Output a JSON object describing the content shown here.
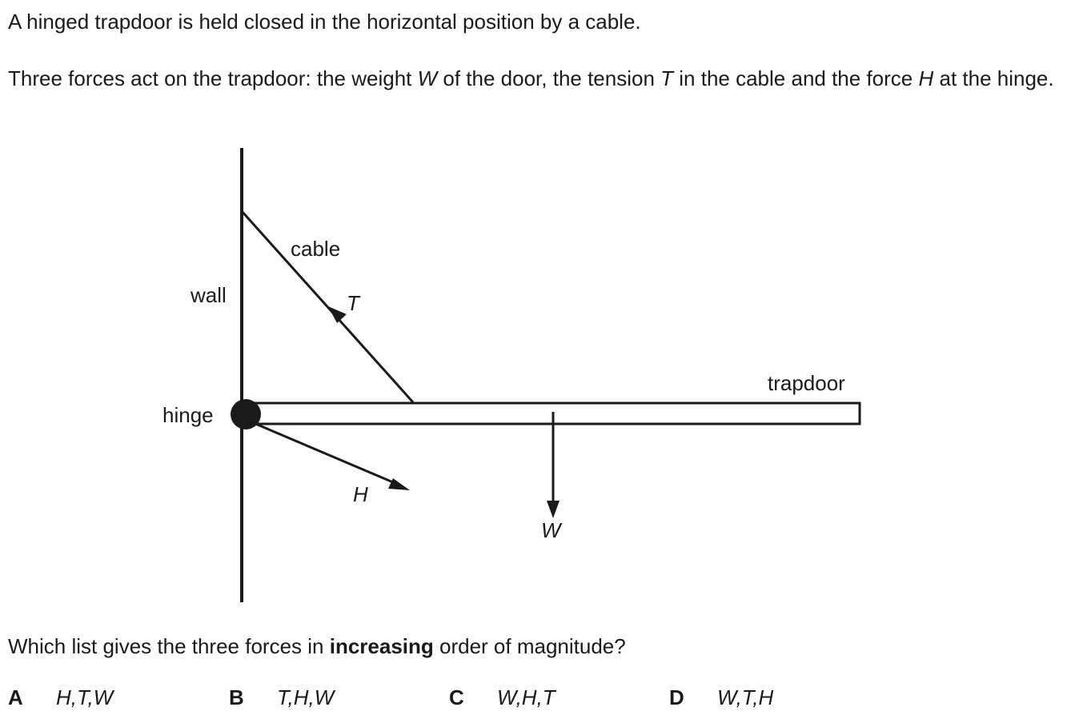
{
  "intro": {
    "line1": "A hinged trapdoor is held closed in the horizontal position by a cable.",
    "line2_a": "Three forces act on the trapdoor: the weight ",
    "line2_W": "W",
    "line2_b": " of the door, the tension ",
    "line2_T": "T",
    "line2_c": " in the cable and the force ",
    "line2_H": "H",
    "line2_d": " at the hinge."
  },
  "diagram": {
    "labels": {
      "wall": "wall",
      "cable": "cable",
      "hinge": "hinge",
      "trapdoor": "trapdoor",
      "T": "T",
      "H": "H",
      "W": "W"
    },
    "color": "#1a1a1a"
  },
  "question": {
    "text_a": "Which list gives the three forces in ",
    "text_bold": "increasing",
    "text_b": " order of magnitude?"
  },
  "options": [
    {
      "letter": "A",
      "value": "H,T,W"
    },
    {
      "letter": "B",
      "value": "T,H,W"
    },
    {
      "letter": "C",
      "value": "W,H,T"
    },
    {
      "letter": "D",
      "value": "W,T,H"
    }
  ]
}
